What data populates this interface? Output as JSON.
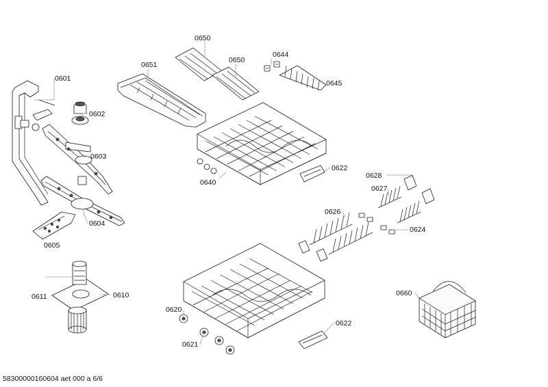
{
  "parts": [
    {
      "id": "p0650a",
      "number": "0650"
    },
    {
      "id": "p0650b",
      "number": "0650"
    },
    {
      "id": "p0651",
      "number": "0651"
    },
    {
      "id": "p0644",
      "number": "0644"
    },
    {
      "id": "p0645",
      "number": "0645"
    },
    {
      "id": "p0601",
      "number": "0601"
    },
    {
      "id": "p0602",
      "number": "0602"
    },
    {
      "id": "p0603",
      "number": "0603"
    },
    {
      "id": "p0604",
      "number": "0604"
    },
    {
      "id": "p0605",
      "number": "0605"
    },
    {
      "id": "p0622a",
      "number": "0622"
    },
    {
      "id": "p0640",
      "number": "0640"
    },
    {
      "id": "p0628",
      "number": "0628"
    },
    {
      "id": "p0627",
      "number": "0627"
    },
    {
      "id": "p0626",
      "number": "0626"
    },
    {
      "id": "p0624",
      "number": "0624"
    },
    {
      "id": "p0611",
      "number": "0611"
    },
    {
      "id": "p0610",
      "number": "0610"
    },
    {
      "id": "p0620",
      "number": "0620"
    },
    {
      "id": "p0621",
      "number": "0621"
    },
    {
      "id": "p0622b",
      "number": "0622"
    },
    {
      "id": "p0660",
      "number": "0660"
    }
  ],
  "footer": {
    "text": "58300000160604 aet 000 a 6/6"
  }
}
